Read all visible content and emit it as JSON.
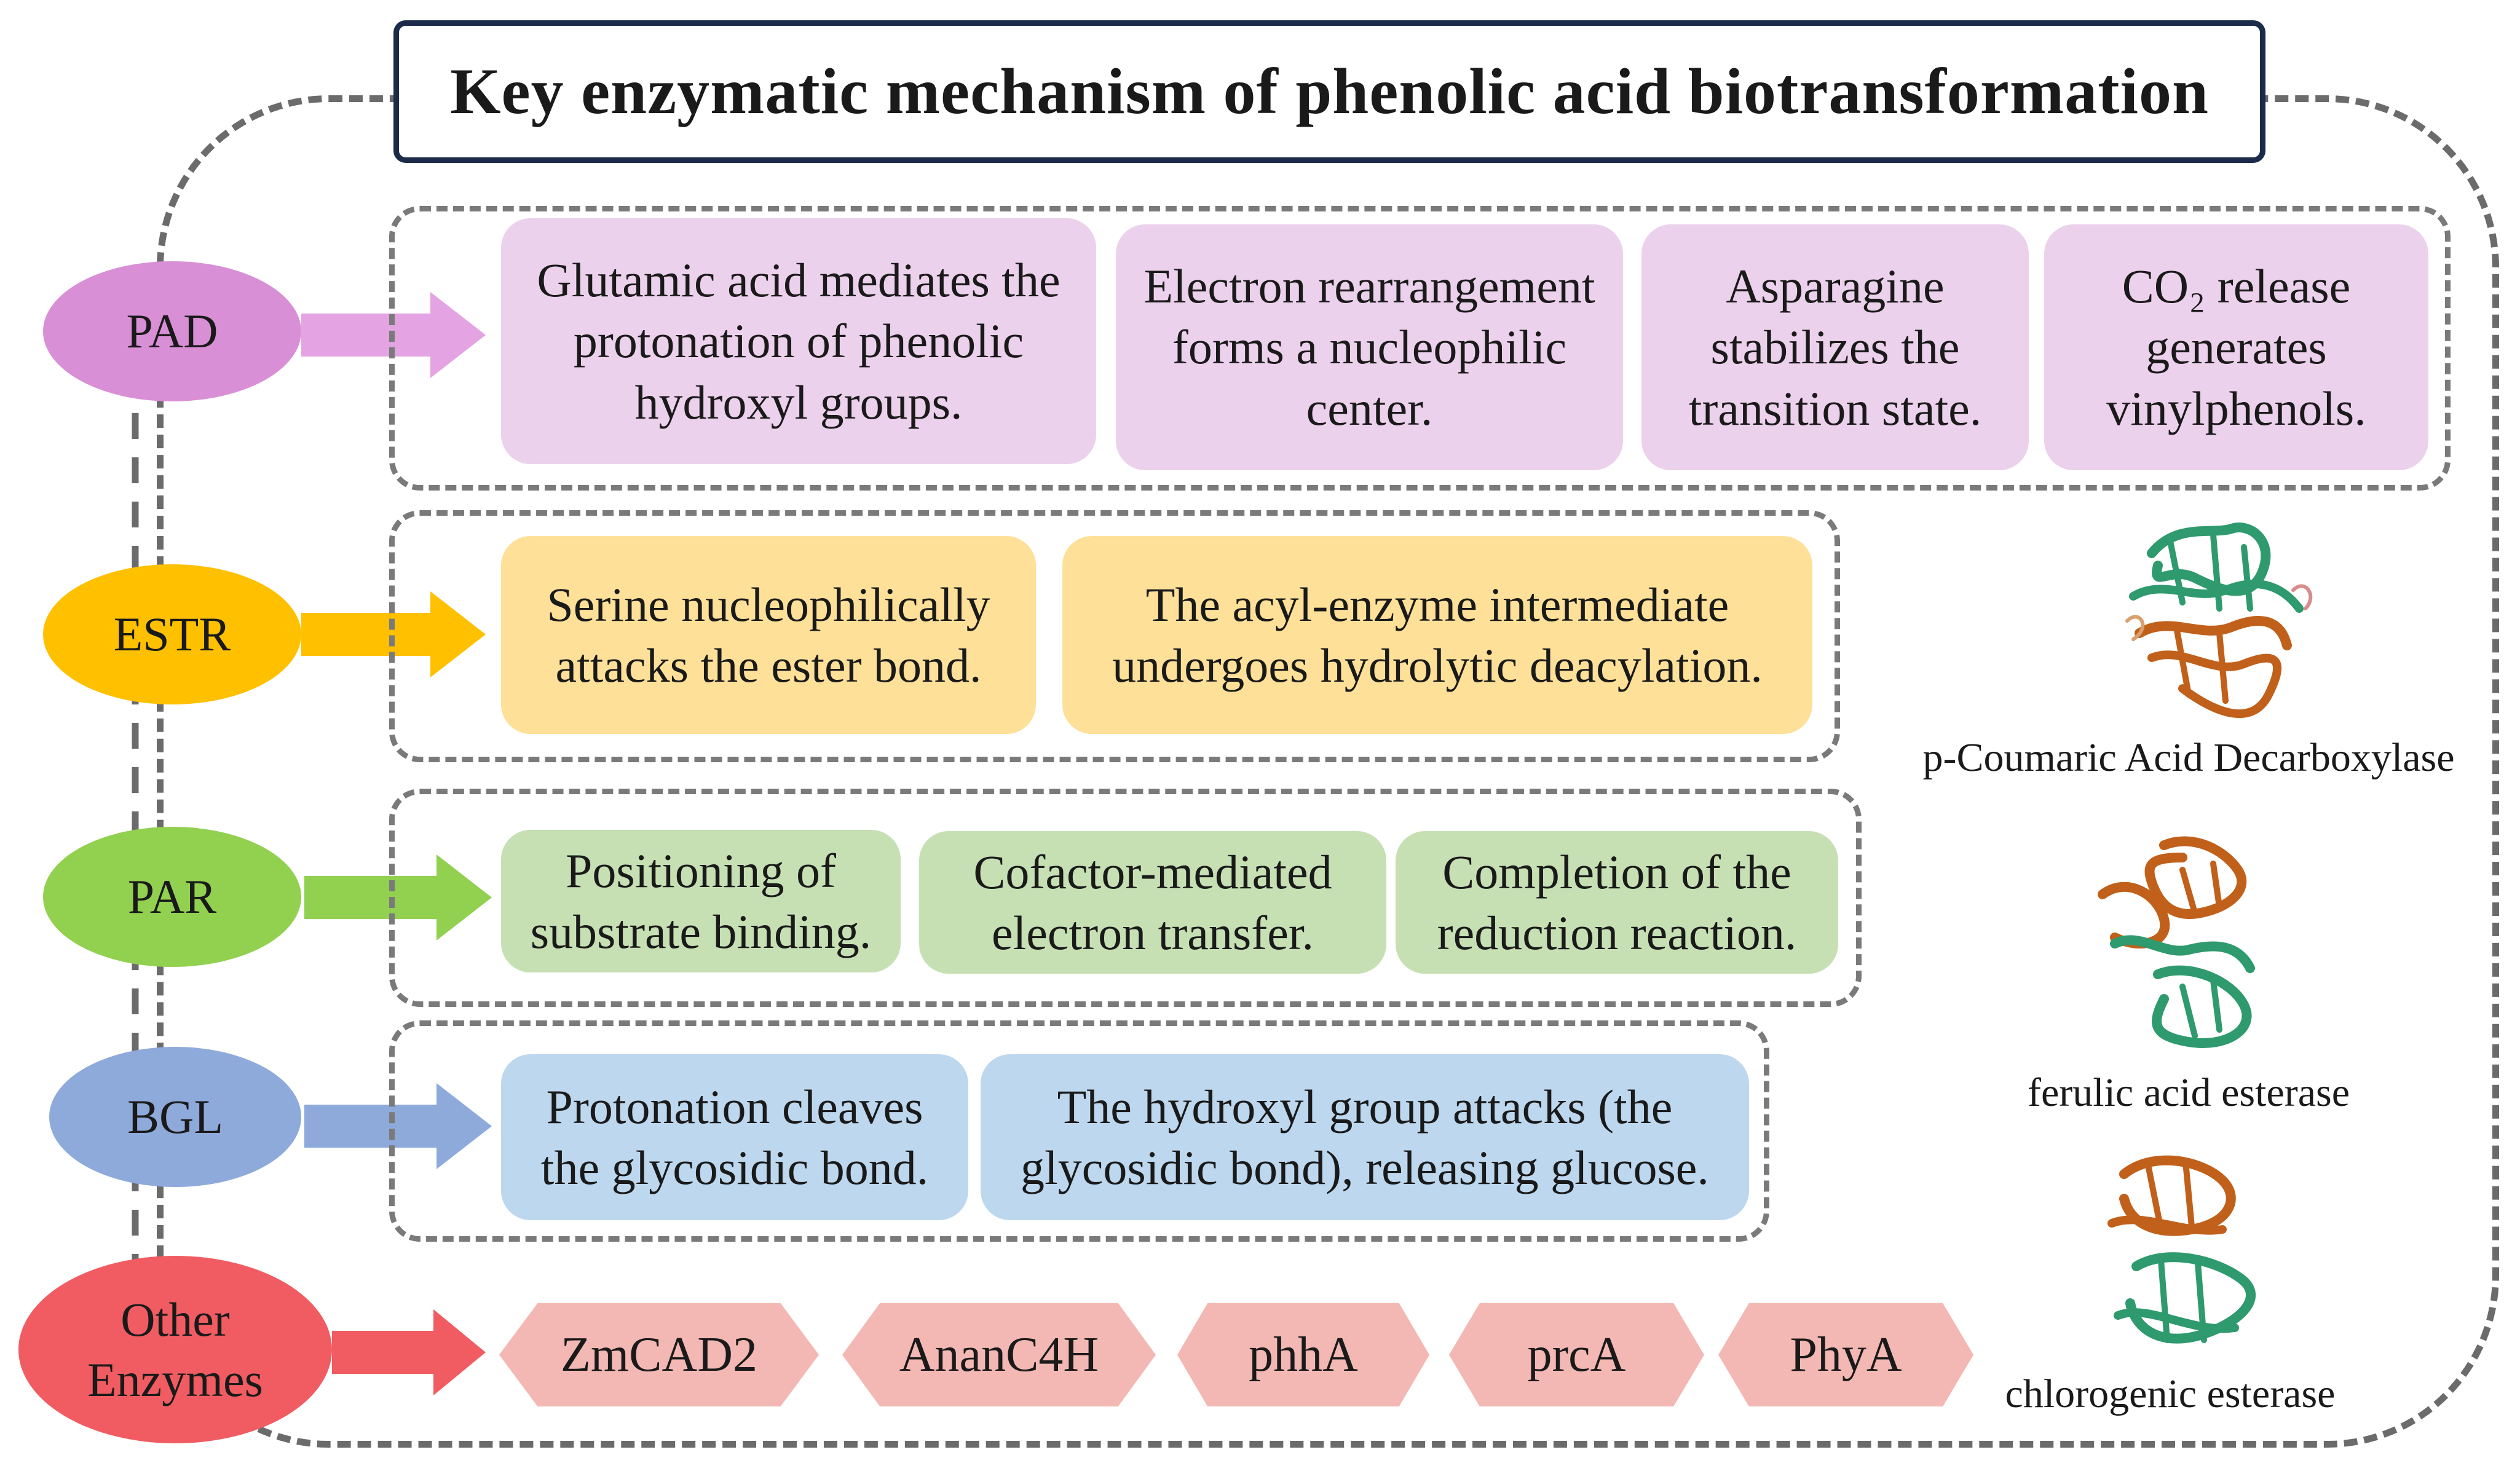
{
  "title": "Key enzymatic mechanism of phenolic acid biotransformation",
  "colors": {
    "pad": "#d98fd6",
    "estr": "#ffc000",
    "par": "#92d050",
    "bgl": "#8eaadb",
    "other": "#f05c62",
    "protein_orange": "#c0601a",
    "protein_green": "#2e9a6e"
  },
  "enzymes": [
    {
      "label": "PAD",
      "steps": [
        "Glutamic acid mediates the protonation of phenolic hydroxyl groups.",
        "Electron rearrangement forms a nucleophilic center.",
        "Asparagine stabilizes the transition state.",
        "CO₂ release generates vinylphenols."
      ]
    },
    {
      "label": "ESTR",
      "steps": [
        "Serine nucleophilically attacks the ester bond.",
        "The acyl-enzyme intermediate undergoes hydrolytic deacylation."
      ]
    },
    {
      "label": "PAR",
      "steps": [
        "Positioning of substrate binding.",
        "Cofactor-mediated electron transfer.",
        "Completion of the reduction reaction."
      ]
    },
    {
      "label": "BGL",
      "steps": [
        "Protonation cleaves the glycosidic bond.",
        "The hydroxyl group attacks (the glycosidic bond), releasing glucose."
      ]
    }
  ],
  "other": {
    "label": "Other Enzymes",
    "genes": [
      "ZmCAD2",
      "AnanC4H",
      "phhA",
      "prcA",
      "PhyA"
    ]
  },
  "proteins": [
    {
      "label": "p-Coumaric Acid Decarboxylase",
      "icon": "protein-structure-icon"
    },
    {
      "label": "ferulic acid esterase",
      "icon": "protein-structure-icon"
    },
    {
      "label": "chlorogenic esterase",
      "icon": "protein-structure-icon"
    }
  ]
}
